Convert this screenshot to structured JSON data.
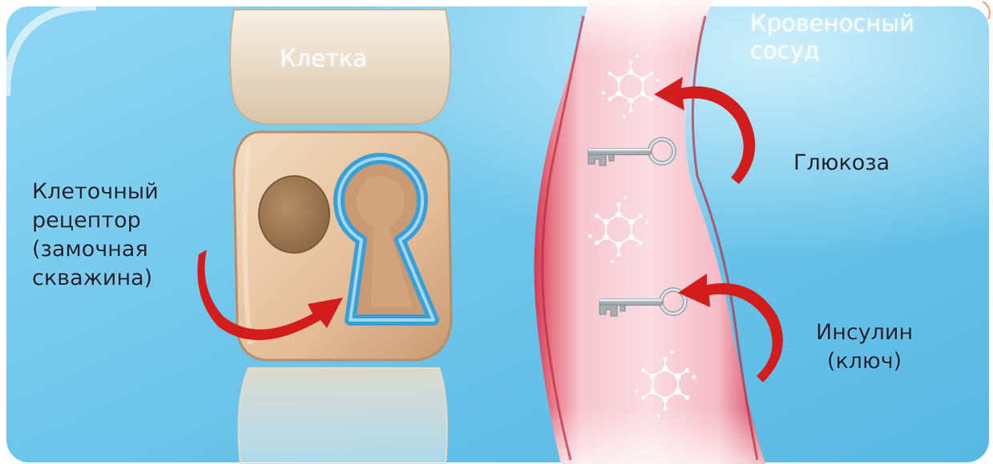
{
  "colors": {
    "background_blue": "#6ec8ec",
    "cell_tan": "#e8c7a6",
    "vessel_red": "#d9485c",
    "arrow_red": "#d11f1f",
    "keyhole_blue": "#4aaee0",
    "key_gray": "#9aa3a8",
    "text_dark": "#1b2230"
  },
  "labels": {
    "cell": "Клетка",
    "vessel_line1": "Кровеносный",
    "vessel_line2": "сосуд",
    "receptor_line1": "Клеточный",
    "receptor_line2": "рецептор",
    "receptor_line3": "(замочная",
    "receptor_line4": "скважина)",
    "glucose": "Глюкоза",
    "insulin_line1": "Инсулин",
    "insulin_line2": "(ключ)"
  },
  "icons": {
    "keyhole": "keyhole-icon",
    "key": "key-icon",
    "glucose_molecule": "glucose-molecule-icon",
    "arrow": "curved-arrow-icon"
  }
}
